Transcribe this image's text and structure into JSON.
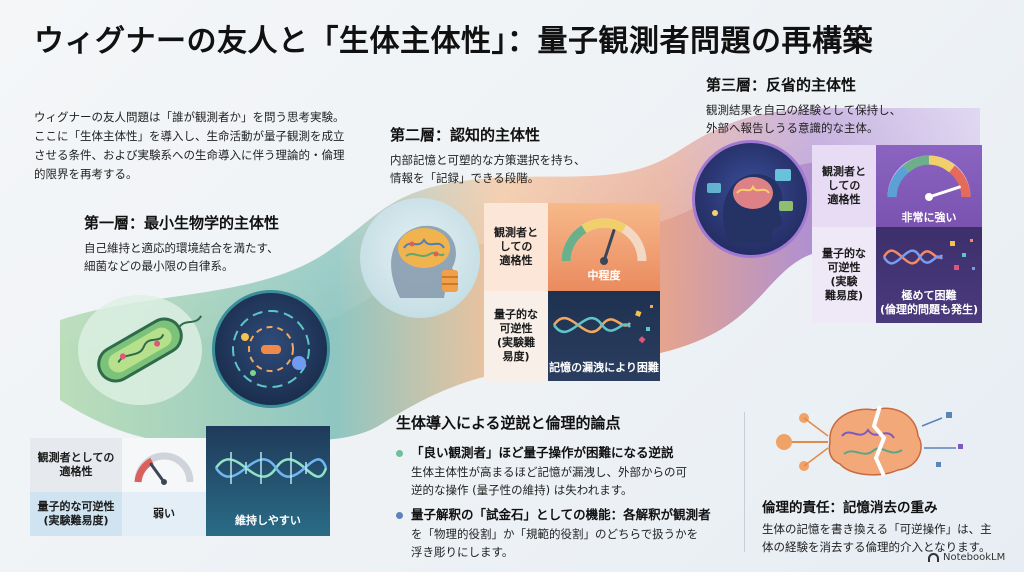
{
  "title": "ウィグナーの友人と「生体主体性」：量子観測者問題の再構築",
  "intro": {
    "lines": [
      "ウィグナーの友人問題は「誰が観測者か」を問う思考実験。",
      "ここに「生体主体性」を導入し、生命活動が量子観測を成立",
      "させる条件、および実験系への生命導入に伴う理論的・倫理",
      "的限界を再考する。"
    ]
  },
  "layer1": {
    "title": "第一層：最小生物学的主体性",
    "desc": [
      "自己維持と適応的環境結合を満たす、",
      "細菌などの最小限の自律系。"
    ],
    "observer_label": "観測者としての\n適格性",
    "reversibility_label": "量子的な可逆性\n(実験難易度)",
    "observer_value": "弱い",
    "reversibility_value": "維持しやすい",
    "observer_level": 0.3
  },
  "layer2": {
    "title": "第二層：認知的主体性",
    "desc": [
      "内部記憶と可塑的な方策選択を持ち、",
      "情報を「記録」できる段階。"
    ],
    "observer_label": "観測者と\nしての\n適格性",
    "reversibility_label": "量子的な\n可逆性\n(実験難\n易度)",
    "observer_value": "中程度",
    "reversibility_value": "記憶の漏洩により困難",
    "observer_level": 0.6
  },
  "layer3": {
    "title": "第三層：反省的主体性",
    "desc": [
      "観測結果を自己の経験として保持し、",
      "外部へ報告しうる意識的な主体。"
    ],
    "observer_label": "観測者と\nしての\n適格性",
    "reversibility_label": "量子的な\n可逆性\n(実験\n難易度)",
    "observer_value": "非常に強い",
    "reversibility_value": "極めて困難\n(倫理的問題も発生)",
    "observer_level": 0.9
  },
  "paradox": {
    "title": "生体導入による逆説と倫理的論点",
    "bullets": [
      {
        "head": "「良い観測者」ほど量子操作が困難になる逆説",
        "body": [
          "生体主体性が高まるほど記憶が漏洩し、外部からの可",
          "逆的な操作 (量子性の維持) は失われます。"
        ]
      },
      {
        "head": "量子解釈の「試金石」としての機能：各解釈が観測者",
        "body": [
          "を「物理的役割」か「規範的役割」のどちらで扱うかを",
          "浮き彫りにします。"
        ]
      }
    ],
    "colors": [
      "#6fbf9a",
      "#5b84b8"
    ]
  },
  "ethics": {
    "title": "倫理的責任：記憶消去の重み",
    "body": [
      "生体の記憶を書き換える「可逆操作」は、主",
      "体の経験を消去する倫理的介入となります。"
    ]
  },
  "footer": {
    "brand": "NotebookLM"
  },
  "colors": {
    "green": "#5aa782",
    "teal": "#3c8a9a",
    "orange": "#f0a267",
    "purple": "#8a5ec0",
    "navy": "#1f3552"
  }
}
